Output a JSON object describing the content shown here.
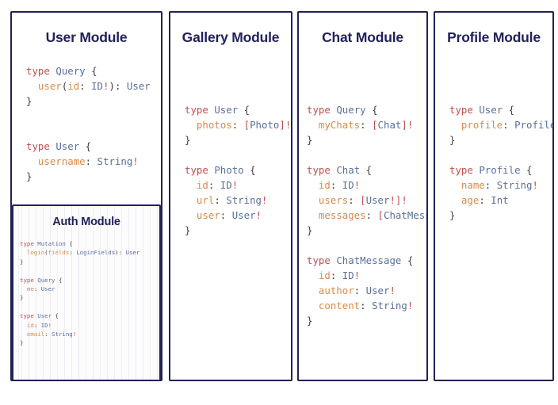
{
  "page": {
    "background_color": "#ffffff",
    "card_border_color": "#232154",
    "title_color": "#22215a",
    "syntax_colors": {
      "keyword": "#c0504d",
      "type_name": "#5b6f9e",
      "field_name": "#d98b4a",
      "punctuation": "#3f3f46",
      "bracket_bang": "#c0504d"
    }
  },
  "cards": [
    {
      "id": "user",
      "title": "User Module",
      "code_lines": [
        [
          {
            "text": "type ",
            "cls": "k"
          },
          {
            "text": "Query",
            "cls": "t"
          },
          {
            "text": " {",
            "cls": "p"
          }
        ],
        [
          {
            "text": "  ",
            "cls": "p"
          },
          {
            "text": "user",
            "cls": "f"
          },
          {
            "text": "(",
            "cls": "p"
          },
          {
            "text": "id",
            "cls": "f"
          },
          {
            "text": ": ",
            "cls": "p"
          },
          {
            "text": "ID",
            "cls": "t"
          },
          {
            "text": "!",
            "cls": "b"
          },
          {
            "text": ")",
            "cls": "p"
          },
          {
            "text": ": ",
            "cls": "p"
          },
          {
            "text": "User",
            "cls": "t"
          }
        ],
        [
          {
            "text": "}",
            "cls": "p"
          }
        ],
        [],
        [],
        [
          {
            "text": "type ",
            "cls": "k"
          },
          {
            "text": "User",
            "cls": "t"
          },
          {
            "text": " {",
            "cls": "p"
          }
        ],
        [
          {
            "text": "  ",
            "cls": "p"
          },
          {
            "text": "username",
            "cls": "f"
          },
          {
            "text": ": ",
            "cls": "p"
          },
          {
            "text": "String",
            "cls": "t"
          },
          {
            "text": "!",
            "cls": "b"
          }
        ],
        [
          {
            "text": "}",
            "cls": "p"
          }
        ]
      ],
      "subcard": {
        "id": "auth",
        "title": "Auth Module",
        "code_lines": [
          [
            {
              "text": "type ",
              "cls": "k"
            },
            {
              "text": "Mutation",
              "cls": "t"
            },
            {
              "text": " {",
              "cls": "p"
            }
          ],
          [
            {
              "text": "  ",
              "cls": "p"
            },
            {
              "text": "login",
              "cls": "f"
            },
            {
              "text": "(",
              "cls": "p"
            },
            {
              "text": "fields",
              "cls": "f"
            },
            {
              "text": ": ",
              "cls": "p"
            },
            {
              "text": "LoginFields",
              "cls": "t"
            },
            {
              "text": ")",
              "cls": "p"
            },
            {
              "text": ": ",
              "cls": "p"
            },
            {
              "text": "User",
              "cls": "t"
            }
          ],
          [
            {
              "text": "}",
              "cls": "p"
            }
          ],
          [],
          [
            {
              "text": "type ",
              "cls": "k"
            },
            {
              "text": "Query",
              "cls": "t"
            },
            {
              "text": " {",
              "cls": "p"
            }
          ],
          [
            {
              "text": "  ",
              "cls": "p"
            },
            {
              "text": "me",
              "cls": "f"
            },
            {
              "text": ": ",
              "cls": "p"
            },
            {
              "text": "User",
              "cls": "t"
            }
          ],
          [
            {
              "text": "}",
              "cls": "p"
            }
          ],
          [],
          [
            {
              "text": "type ",
              "cls": "k"
            },
            {
              "text": "User",
              "cls": "t"
            },
            {
              "text": " {",
              "cls": "p"
            }
          ],
          [
            {
              "text": "  ",
              "cls": "p"
            },
            {
              "text": "id",
              "cls": "f"
            },
            {
              "text": ": ",
              "cls": "p"
            },
            {
              "text": "ID",
              "cls": "t"
            },
            {
              "text": "!",
              "cls": "b"
            }
          ],
          [
            {
              "text": "  ",
              "cls": "p"
            },
            {
              "text": "email",
              "cls": "f"
            },
            {
              "text": ": ",
              "cls": "p"
            },
            {
              "text": "String",
              "cls": "t"
            },
            {
              "text": "!",
              "cls": "b"
            }
          ],
          [
            {
              "text": "}",
              "cls": "p"
            }
          ]
        ]
      }
    },
    {
      "id": "gallery",
      "title": "Gallery Module",
      "code_lines": [
        [
          {
            "text": "type ",
            "cls": "k"
          },
          {
            "text": "User",
            "cls": "t"
          },
          {
            "text": " {",
            "cls": "p"
          }
        ],
        [
          {
            "text": "  ",
            "cls": "p"
          },
          {
            "text": "photos",
            "cls": "f"
          },
          {
            "text": ": ",
            "cls": "p"
          },
          {
            "text": "[",
            "cls": "b"
          },
          {
            "text": "Photo",
            "cls": "t"
          },
          {
            "text": "]",
            "cls": "b"
          },
          {
            "text": "!",
            "cls": "b"
          }
        ],
        [
          {
            "text": "}",
            "cls": "p"
          }
        ],
        [],
        [
          {
            "text": "type ",
            "cls": "k"
          },
          {
            "text": "Photo",
            "cls": "t"
          },
          {
            "text": " {",
            "cls": "p"
          }
        ],
        [
          {
            "text": "  ",
            "cls": "p"
          },
          {
            "text": "id",
            "cls": "f"
          },
          {
            "text": ": ",
            "cls": "p"
          },
          {
            "text": "ID",
            "cls": "t"
          },
          {
            "text": "!",
            "cls": "b"
          }
        ],
        [
          {
            "text": "  ",
            "cls": "p"
          },
          {
            "text": "url",
            "cls": "f"
          },
          {
            "text": ": ",
            "cls": "p"
          },
          {
            "text": "String",
            "cls": "t"
          },
          {
            "text": "!",
            "cls": "b"
          }
        ],
        [
          {
            "text": "  ",
            "cls": "p"
          },
          {
            "text": "user",
            "cls": "f"
          },
          {
            "text": ": ",
            "cls": "p"
          },
          {
            "text": "User",
            "cls": "t"
          },
          {
            "text": "!",
            "cls": "b"
          }
        ],
        [
          {
            "text": "}",
            "cls": "p"
          }
        ]
      ]
    },
    {
      "id": "chat",
      "title": "Chat Module",
      "code_lines": [
        [
          {
            "text": "type ",
            "cls": "k"
          },
          {
            "text": "Query",
            "cls": "t"
          },
          {
            "text": " {",
            "cls": "p"
          }
        ],
        [
          {
            "text": "  ",
            "cls": "p"
          },
          {
            "text": "myChats",
            "cls": "f"
          },
          {
            "text": ": ",
            "cls": "p"
          },
          {
            "text": "[",
            "cls": "b"
          },
          {
            "text": "Chat",
            "cls": "t"
          },
          {
            "text": "]",
            "cls": "b"
          },
          {
            "text": "!",
            "cls": "b"
          }
        ],
        [
          {
            "text": "}",
            "cls": "p"
          }
        ],
        [],
        [
          {
            "text": "type ",
            "cls": "k"
          },
          {
            "text": "Chat",
            "cls": "t"
          },
          {
            "text": " {",
            "cls": "p"
          }
        ],
        [
          {
            "text": "  ",
            "cls": "p"
          },
          {
            "text": "id",
            "cls": "f"
          },
          {
            "text": ": ",
            "cls": "p"
          },
          {
            "text": "ID",
            "cls": "t"
          },
          {
            "text": "!",
            "cls": "b"
          }
        ],
        [
          {
            "text": "  ",
            "cls": "p"
          },
          {
            "text": "users",
            "cls": "f"
          },
          {
            "text": ": ",
            "cls": "p"
          },
          {
            "text": "[",
            "cls": "b"
          },
          {
            "text": "User",
            "cls": "t"
          },
          {
            "text": "!]",
            "cls": "b"
          },
          {
            "text": "!",
            "cls": "b"
          }
        ],
        [
          {
            "text": "  ",
            "cls": "p"
          },
          {
            "text": "messages",
            "cls": "f"
          },
          {
            "text": ": ",
            "cls": "p"
          },
          {
            "text": "[",
            "cls": "b"
          },
          {
            "text": "ChatMessage",
            "cls": "t"
          },
          {
            "text": "]",
            "cls": "b"
          },
          {
            "text": "!",
            "cls": "b"
          }
        ],
        [
          {
            "text": "}",
            "cls": "p"
          }
        ],
        [],
        [
          {
            "text": "type ",
            "cls": "k"
          },
          {
            "text": "ChatMessage",
            "cls": "t"
          },
          {
            "text": " {",
            "cls": "p"
          }
        ],
        [
          {
            "text": "  ",
            "cls": "p"
          },
          {
            "text": "id",
            "cls": "f"
          },
          {
            "text": ": ",
            "cls": "p"
          },
          {
            "text": "ID",
            "cls": "t"
          },
          {
            "text": "!",
            "cls": "b"
          }
        ],
        [
          {
            "text": "  ",
            "cls": "p"
          },
          {
            "text": "author",
            "cls": "f"
          },
          {
            "text": ": ",
            "cls": "p"
          },
          {
            "text": "User",
            "cls": "t"
          },
          {
            "text": "!",
            "cls": "b"
          }
        ],
        [
          {
            "text": "  ",
            "cls": "p"
          },
          {
            "text": "content",
            "cls": "f"
          },
          {
            "text": ": ",
            "cls": "p"
          },
          {
            "text": "String",
            "cls": "t"
          },
          {
            "text": "!",
            "cls": "b"
          }
        ],
        [
          {
            "text": "}",
            "cls": "p"
          }
        ]
      ]
    },
    {
      "id": "profile",
      "title": "Profile Module",
      "code_lines": [
        [
          {
            "text": "type ",
            "cls": "k"
          },
          {
            "text": "User",
            "cls": "t"
          },
          {
            "text": " {",
            "cls": "p"
          }
        ],
        [
          {
            "text": "  ",
            "cls": "p"
          },
          {
            "text": "profile",
            "cls": "f"
          },
          {
            "text": ": ",
            "cls": "p"
          },
          {
            "text": "Profile",
            "cls": "t"
          },
          {
            "text": "!",
            "cls": "b"
          }
        ],
        [
          {
            "text": "}",
            "cls": "p"
          }
        ],
        [],
        [
          {
            "text": "type ",
            "cls": "k"
          },
          {
            "text": "Profile",
            "cls": "t"
          },
          {
            "text": " {",
            "cls": "p"
          }
        ],
        [
          {
            "text": "  ",
            "cls": "p"
          },
          {
            "text": "name",
            "cls": "f"
          },
          {
            "text": ": ",
            "cls": "p"
          },
          {
            "text": "String",
            "cls": "t"
          },
          {
            "text": "!",
            "cls": "b"
          }
        ],
        [
          {
            "text": "  ",
            "cls": "p"
          },
          {
            "text": "age",
            "cls": "f"
          },
          {
            "text": ": ",
            "cls": "p"
          },
          {
            "text": "Int",
            "cls": "t"
          }
        ],
        [
          {
            "text": "}",
            "cls": "p"
          }
        ]
      ]
    }
  ]
}
